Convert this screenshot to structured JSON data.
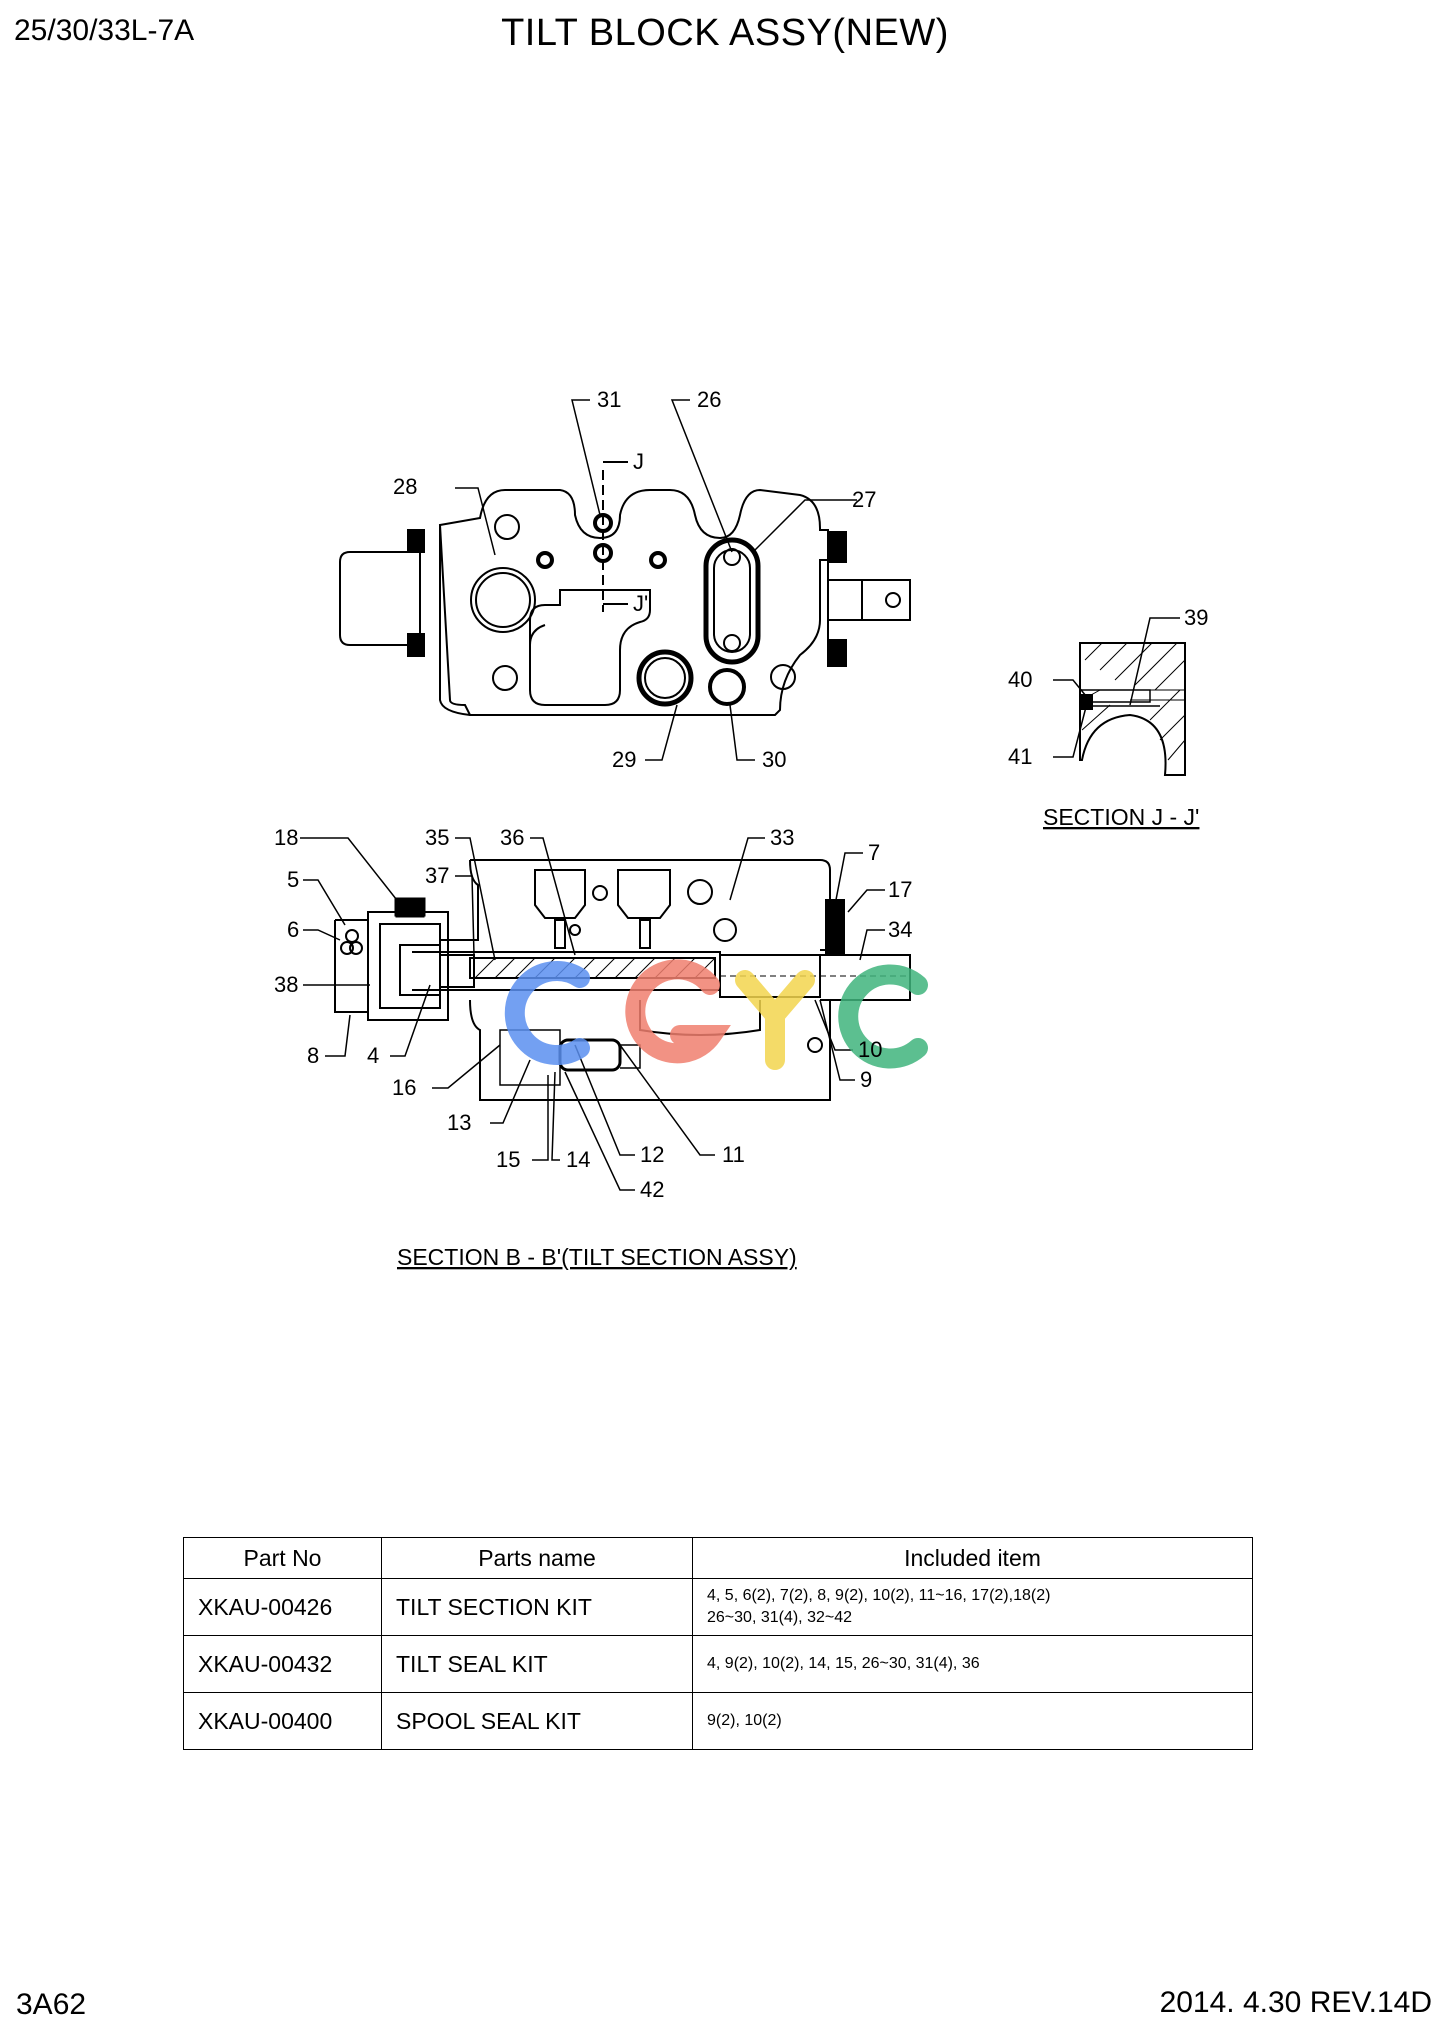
{
  "header": {
    "model_code": "25/30/33L-7A",
    "title": "TILT BLOCK ASSY(NEW)"
  },
  "drawing": {
    "callouts": [
      "31",
      "26",
      "J",
      "28",
      "27",
      "J'",
      "29",
      "30",
      "39",
      "40",
      "41",
      "18",
      "35",
      "36",
      "33",
      "7",
      "17",
      "5",
      "37",
      "34",
      "6",
      "38",
      "10",
      "8",
      "4",
      "9",
      "16",
      "13",
      "12",
      "11",
      "15",
      "14",
      "42"
    ],
    "section_j_caption": "SECTION J - J'",
    "section_b_caption": "SECTION B - B'(TILT SECTION ASSY)",
    "watermark_colors": [
      "#5b8ff0",
      "#f07f6e",
      "#f2d54e",
      "#3fb47d"
    ]
  },
  "table": {
    "headers": [
      "Part No",
      "Parts name",
      "Included item"
    ],
    "rows": [
      {
        "part_no": "XKAU-00426",
        "name": "TILT SECTION KIT",
        "items_line1": "4, 5, 6(2), 7(2), 8, 9(2), 10(2), 11~16, 17(2),18(2)",
        "items_line2": "26~30, 31(4), 32~42"
      },
      {
        "part_no": "XKAU-00432",
        "name": "TILT SEAL KIT",
        "items_line1": "4, 9(2), 10(2), 14, 15, 26~30, 31(4), 36",
        "items_line2": ""
      },
      {
        "part_no": "XKAU-00400",
        "name": "SPOOL SEAL KIT",
        "items_line1": "9(2), 10(2)",
        "items_line2": ""
      }
    ]
  },
  "footer": {
    "page_number": "3A62",
    "revision": "2014. 4.30  REV.14D"
  }
}
